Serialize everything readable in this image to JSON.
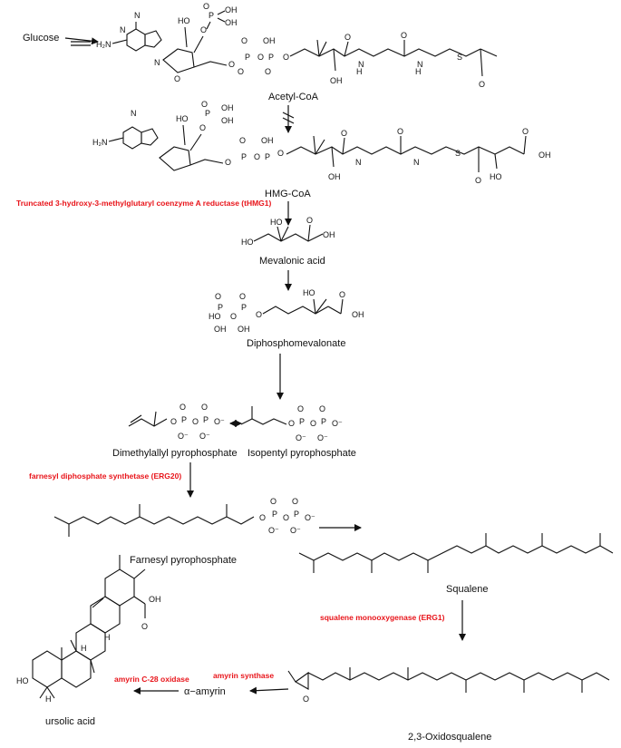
{
  "pathway": {
    "start": "Glucose",
    "compounds": {
      "acetyl_coa": "Acetyl-CoA",
      "hmg_coa": "HMG-CoA",
      "mevalonic_acid": "Mevalonic acid",
      "diphosphomevalonate": "Diphosphomevalonate",
      "dmapp": "Dimethylallyl pyrophosphate",
      "ipp": "Isopentyl pyrophosphate",
      "fpp": "Farnesyl pyrophosphate",
      "squalene": "Squalene",
      "oxidosqualene": "2,3-Oxidosqualene",
      "amyrin": "α−amyrin",
      "ursolic_acid": "ursolic acid"
    },
    "enzymes": {
      "thmg1": "Truncated 3-hydroxy-3-methylglutaryl coenzyme A reductase (tHMG1)",
      "erg20": "farnesyl diphosphate synthetase (ERG20)",
      "erg1": "squalene monooxygenase (ERG1)",
      "amyrin_synthase": "amyrin synthase",
      "c28_oxidase": "amyrin C-28 oxidase"
    },
    "atoms": {
      "h2n": "H₂N",
      "n": "N",
      "o": "O",
      "oh": "OH",
      "ho": "HO",
      "p": "P",
      "s": "S",
      "h": "H",
      "o_minus": "O⁻"
    },
    "colors": {
      "enzyme": "#e8141a",
      "text": "#111111"
    }
  }
}
